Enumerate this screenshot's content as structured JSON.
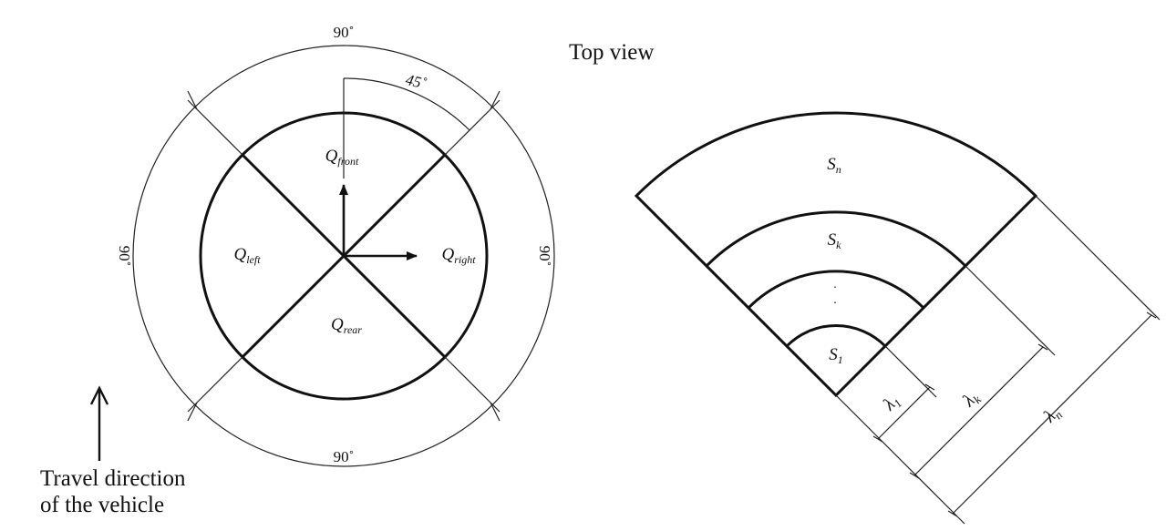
{
  "top_view_label": "Top view",
  "travel_direction": [
    "Travel direction",
    "of the vehicle"
  ],
  "left_figure": {
    "angle_top": "90˚",
    "angle_bottom": "90˚",
    "angle_left": "90˚",
    "angle_right": "90˚",
    "angle_half": "45˚",
    "sectors": {
      "front": {
        "main": "Q",
        "sub": "front"
      },
      "left": {
        "main": "Q",
        "sub": "left"
      },
      "right": {
        "main": "Q",
        "sub": "right"
      },
      "rear": {
        "main": "Q",
        "sub": "rear"
      }
    }
  },
  "right_figure": {
    "bands": {
      "outer": {
        "main": "S",
        "sub": "n"
      },
      "middle": {
        "main": "S",
        "sub": "k"
      },
      "inner": {
        "main": "S",
        "sub": "1"
      },
      "ellipsis": "."
    },
    "dimensions": {
      "inner": {
        "main": "λ",
        "sub": "1"
      },
      "middle": {
        "main": "λ",
        "sub": "k"
      },
      "outer": {
        "main": "λ",
        "sub": "n"
      }
    }
  }
}
